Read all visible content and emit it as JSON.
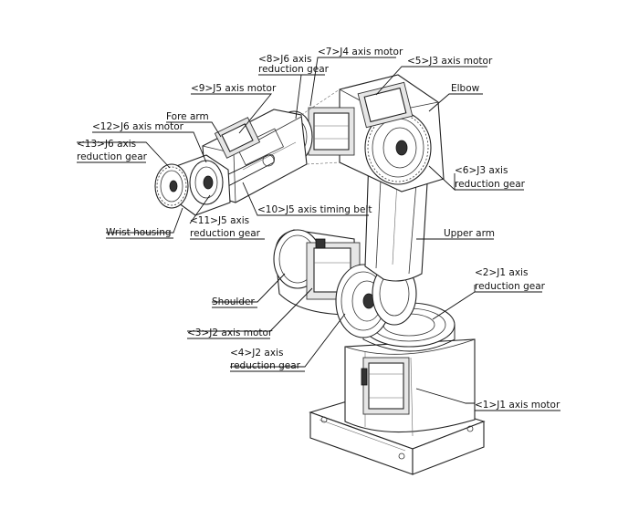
{
  "labels": {
    "j4_motor": "<7>J4 axis motor",
    "j6_gear_a": "<8>J6 axis",
    "j6_gear_b": "reduction gear",
    "j3_motor": "<5>J3 axis motor",
    "elbow": "Elbow",
    "j5_motor": "<9>J5 axis motor",
    "fore_arm": "Fore arm",
    "j6_motor": "<12>J6 axis motor",
    "j6_gear13_a": "<13>J6 axis",
    "j6_gear13_b": "reduction gear",
    "j3_gear_a": "<6>J3 axis",
    "j3_gear_b": "reduction gear",
    "j5_belt": "<10>J5 axis timing belt",
    "j5_gear_a": "<11>J5 axis",
    "j5_gear_b": "reduction gear",
    "wrist_housing": "Wrist housing",
    "upper_arm": "Upper arm",
    "j1_gear_a": "<2>J1 axis",
    "j1_gear_b": "reduction gear",
    "shoulder": "Shoulder",
    "j2_motor": "<3>J2 axis motor",
    "j2_gear_a": "<4>J2 axis",
    "j2_gear_b": "reduction gear",
    "j1_motor": "<1>J1 axis motor"
  }
}
